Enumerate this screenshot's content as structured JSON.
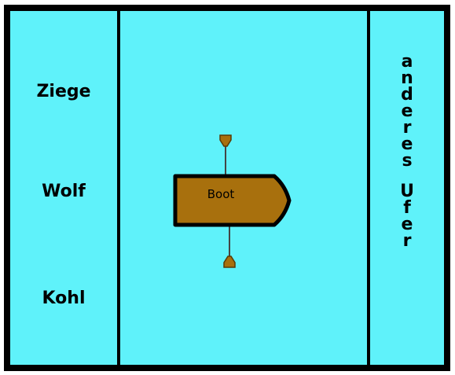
{
  "left_bank": {
    "items": [
      {
        "label": "Ziege"
      },
      {
        "label": "Wolf"
      },
      {
        "label": "Kohl"
      }
    ]
  },
  "boat": {
    "label": "Boot",
    "color": "#a8700d"
  },
  "right_bank": {
    "letters_line1": [
      "a",
      "n",
      "d",
      "e",
      "r",
      "e",
      "s"
    ],
    "letters_line2": [
      "U",
      "f",
      "e",
      "r"
    ]
  },
  "colors": {
    "water": "#5ff2fa",
    "border": "#000000"
  }
}
